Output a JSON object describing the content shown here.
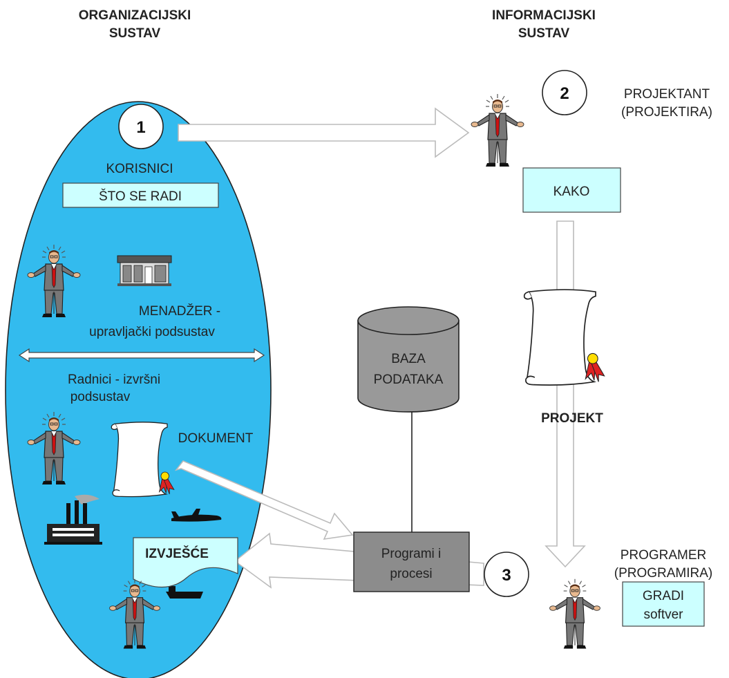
{
  "headers": {
    "left": [
      "ORGANIZACIJSKI",
      "SUSTAV"
    ],
    "right": [
      "INFORMACIJSKI",
      "SUSTAV"
    ]
  },
  "steps": {
    "one": "1",
    "two": "2",
    "three": "3"
  },
  "organization": {
    "users_label": "KORISNICI",
    "what_box": "ŠTO SE RADI",
    "manager_label": [
      "MENADŽER -",
      "upravljački podsustav"
    ],
    "workers_label": [
      "Radnici - izvršni",
      "podsustav"
    ],
    "document_label": "DOKUMENT",
    "report_label": "IZVJEŠĆE"
  },
  "information_system": {
    "designer_label": [
      "PROJEKTANT",
      "(PROJEKTIRA)"
    ],
    "how_box": "KAKO",
    "project_label": "PROJEKT",
    "database_label": [
      "BAZA",
      "PODATAKA"
    ],
    "programs_box": [
      "Programi i",
      "procesi"
    ],
    "programmer_label": [
      "PROGRAMER",
      "(PROGRAMIRA)"
    ],
    "builds_box": [
      "GRADI",
      "softver"
    ]
  },
  "colors": {
    "ellipse_fill": "#33bbee",
    "light_box": "#ccffff",
    "database_fill": "#999999",
    "programs_fill": "#8c8c8c",
    "arrow_outline": "#bbbbbb"
  },
  "icons": [
    "person-icon",
    "building-icon",
    "scroll-icon",
    "factory-icon",
    "airplane-icon",
    "ship-icon"
  ]
}
